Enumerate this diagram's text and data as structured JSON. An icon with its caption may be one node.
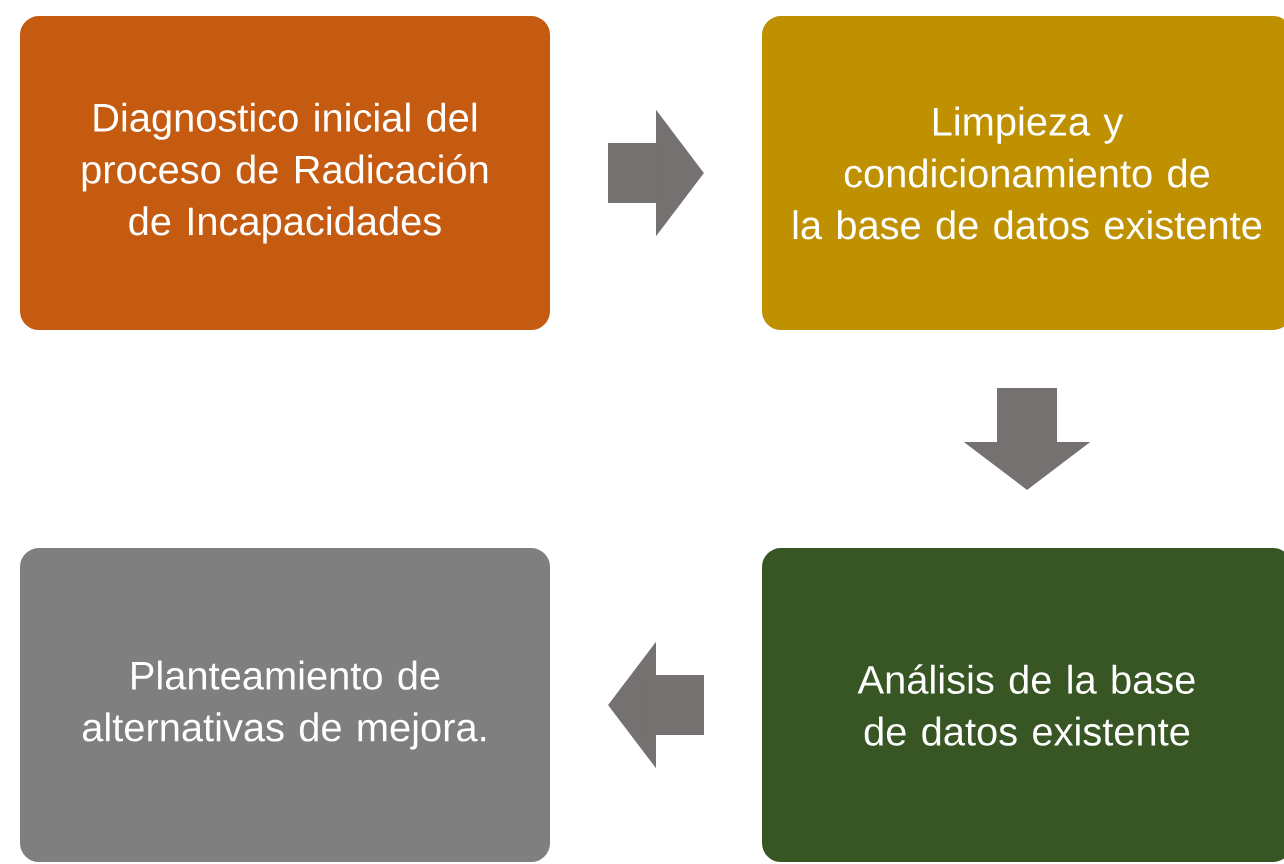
{
  "diagram": {
    "nodes": [
      {
        "text": [
          "Diagnostico inicial del proceso de Radicación de Incapacidades"
        ]
      },
      {
        "text": [
          "Limpieza y condicionamiento de la base de datos existente"
        ]
      },
      {
        "text": [
          "Análisis de la base de datos existente"
        ]
      },
      {
        "text": [
          "Planteamiento de alternativas de mejora."
        ]
      }
    ],
    "edges": [
      {
        "from": 0,
        "to": 1,
        "arrow": "to"
      },
      {
        "from": 1,
        "to": 2,
        "arrow": "to"
      },
      {
        "from": 2,
        "to": 3,
        "arrow": "to"
      }
    ]
  }
}
